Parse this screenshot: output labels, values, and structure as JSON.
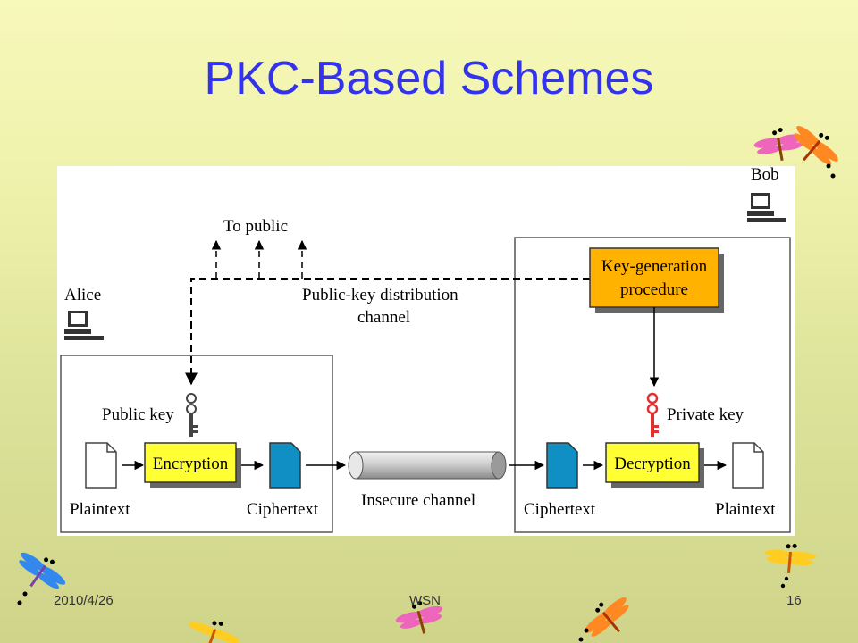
{
  "slide": {
    "title": "PKC-Based Schemes",
    "date": "2010/4/26",
    "footer_center": "WSN",
    "page": "16"
  },
  "diagram": {
    "bob": "Bob",
    "alice": "Alice",
    "to_public": "To public",
    "distribution_channel_line1": "Public-key distribution",
    "distribution_channel_line2": "channel",
    "keygen_line1": "Key-generation",
    "keygen_line2": "procedure",
    "public_key": "Public key",
    "private_key": "Private key",
    "encryption": "Encryption",
    "decryption": "Decryption",
    "plaintext_left": "Plaintext",
    "ciphertext_left": "Ciphertext",
    "insecure_channel": "Insecure channel",
    "ciphertext_right": "Ciphertext",
    "plaintext_right": "Plaintext"
  },
  "colors": {
    "title": "#3333ee",
    "process_box": "#ffff33",
    "keygen_box": "#ffb300",
    "cipher_doc": "#0f8fc4",
    "private_key": "#e03030"
  }
}
